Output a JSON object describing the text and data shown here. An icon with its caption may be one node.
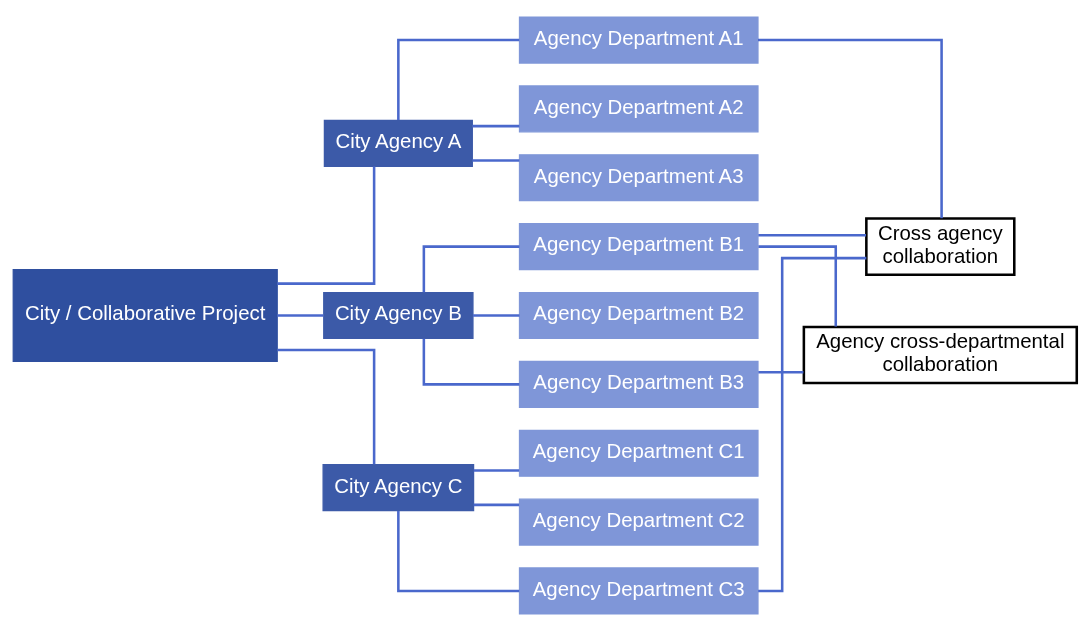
{
  "diagram": {
    "nodes": [
      {
        "text": [
          "City / Collaborative Project"
        ]
      },
      {
        "text": [
          "City Agency A"
        ]
      },
      {
        "text": [
          "Agency Department A1"
        ]
      },
      {
        "text": [
          "Agency Department A2"
        ]
      },
      {
        "text": [
          "Agency Department A3"
        ]
      },
      {
        "text": [
          "City Agency B"
        ]
      },
      {
        "text": [
          "Agency Department B1"
        ]
      },
      {
        "text": [
          "Agency Department B2"
        ]
      },
      {
        "text": [
          "Agency Department B3"
        ]
      },
      {
        "text": [
          "City Agency C"
        ]
      },
      {
        "text": [
          "Agency Department C1"
        ]
      },
      {
        "text": [
          "Agency Department C2"
        ]
      },
      {
        "text": [
          "Agency Department C3"
        ]
      },
      {
        "text": [
          "Cross agency collaboration"
        ]
      },
      {
        "text": [
          "Agency cross-departmental collaboration"
        ]
      }
    ],
    "edges": [
      {
        "from": 0,
        "to": 1,
        "arrow": "none"
      },
      {
        "from": 0,
        "to": 5,
        "arrow": "none"
      },
      {
        "from": 0,
        "to": 9,
        "arrow": "none"
      },
      {
        "from": 1,
        "to": 2,
        "arrow": "none"
      },
      {
        "from": 1,
        "to": 3,
        "arrow": "none"
      },
      {
        "from": 1,
        "to": 4,
        "arrow": "none"
      },
      {
        "from": 5,
        "to": 6,
        "arrow": "none"
      },
      {
        "from": 5,
        "to": 7,
        "arrow": "none"
      },
      {
        "from": 5,
        "to": 8,
        "arrow": "none"
      },
      {
        "from": 9,
        "to": 10,
        "arrow": "none"
      },
      {
        "from": 9,
        "to": 11,
        "arrow": "none"
      },
      {
        "from": 9,
        "to": 12,
        "arrow": "none"
      },
      {
        "from": 2,
        "to": 13,
        "arrow": "none"
      },
      {
        "from": 6,
        "to": 13,
        "arrow": "none"
      },
      {
        "from": 12,
        "to": 13,
        "arrow": "none"
      },
      {
        "from": 6,
        "to": 14,
        "arrow": "none"
      },
      {
        "from": 8,
        "to": 14,
        "arrow": "none"
      }
    ]
  }
}
